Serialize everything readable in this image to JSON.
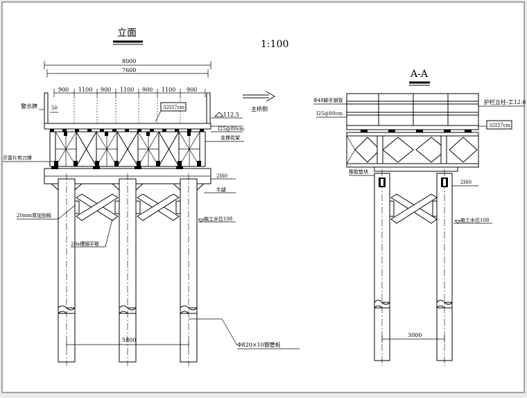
{
  "elevation": {
    "title": "立面",
    "scale": "1:100",
    "dims_top": [
      "8000",
      "7600"
    ],
    "spans": [
      "900",
      "1100",
      "900",
      "1100",
      "900",
      "1100",
      "900"
    ],
    "dim_50": "50",
    "label_warning_pile": "警示牌",
    "label_h_beam": "32I37cm",
    "label_level_112": "112.5",
    "label_channel": "I25@80cm",
    "label_main_direction": "主桥侧",
    "label_support_frame": "支撑花架",
    "label_bailey_brace": "贝雷片剪刀撑",
    "label_2i60": "2I60",
    "label_bracket": "牛腿",
    "label_stiffener": "20mm厚加劲板",
    "label_water_level": "施工水位108",
    "label_channel_brace": "20a槽钢平联",
    "label_steel_pile": "Φ820×10钢管桩",
    "dim_pile_spacing": "5800"
  },
  "section": {
    "title": "A-A",
    "label_pipe": "Φ48脚手钢管",
    "label_guardrail_post": "护栏立柱-工12.6",
    "label_channel": "I25@80cm",
    "label_h_beam": "32I37cm",
    "label_rubber_pad": "橡胶垫块",
    "label_2i60": "2I60",
    "label_water_level": "施工水位108",
    "dim_pile_spacing": "3000"
  }
}
